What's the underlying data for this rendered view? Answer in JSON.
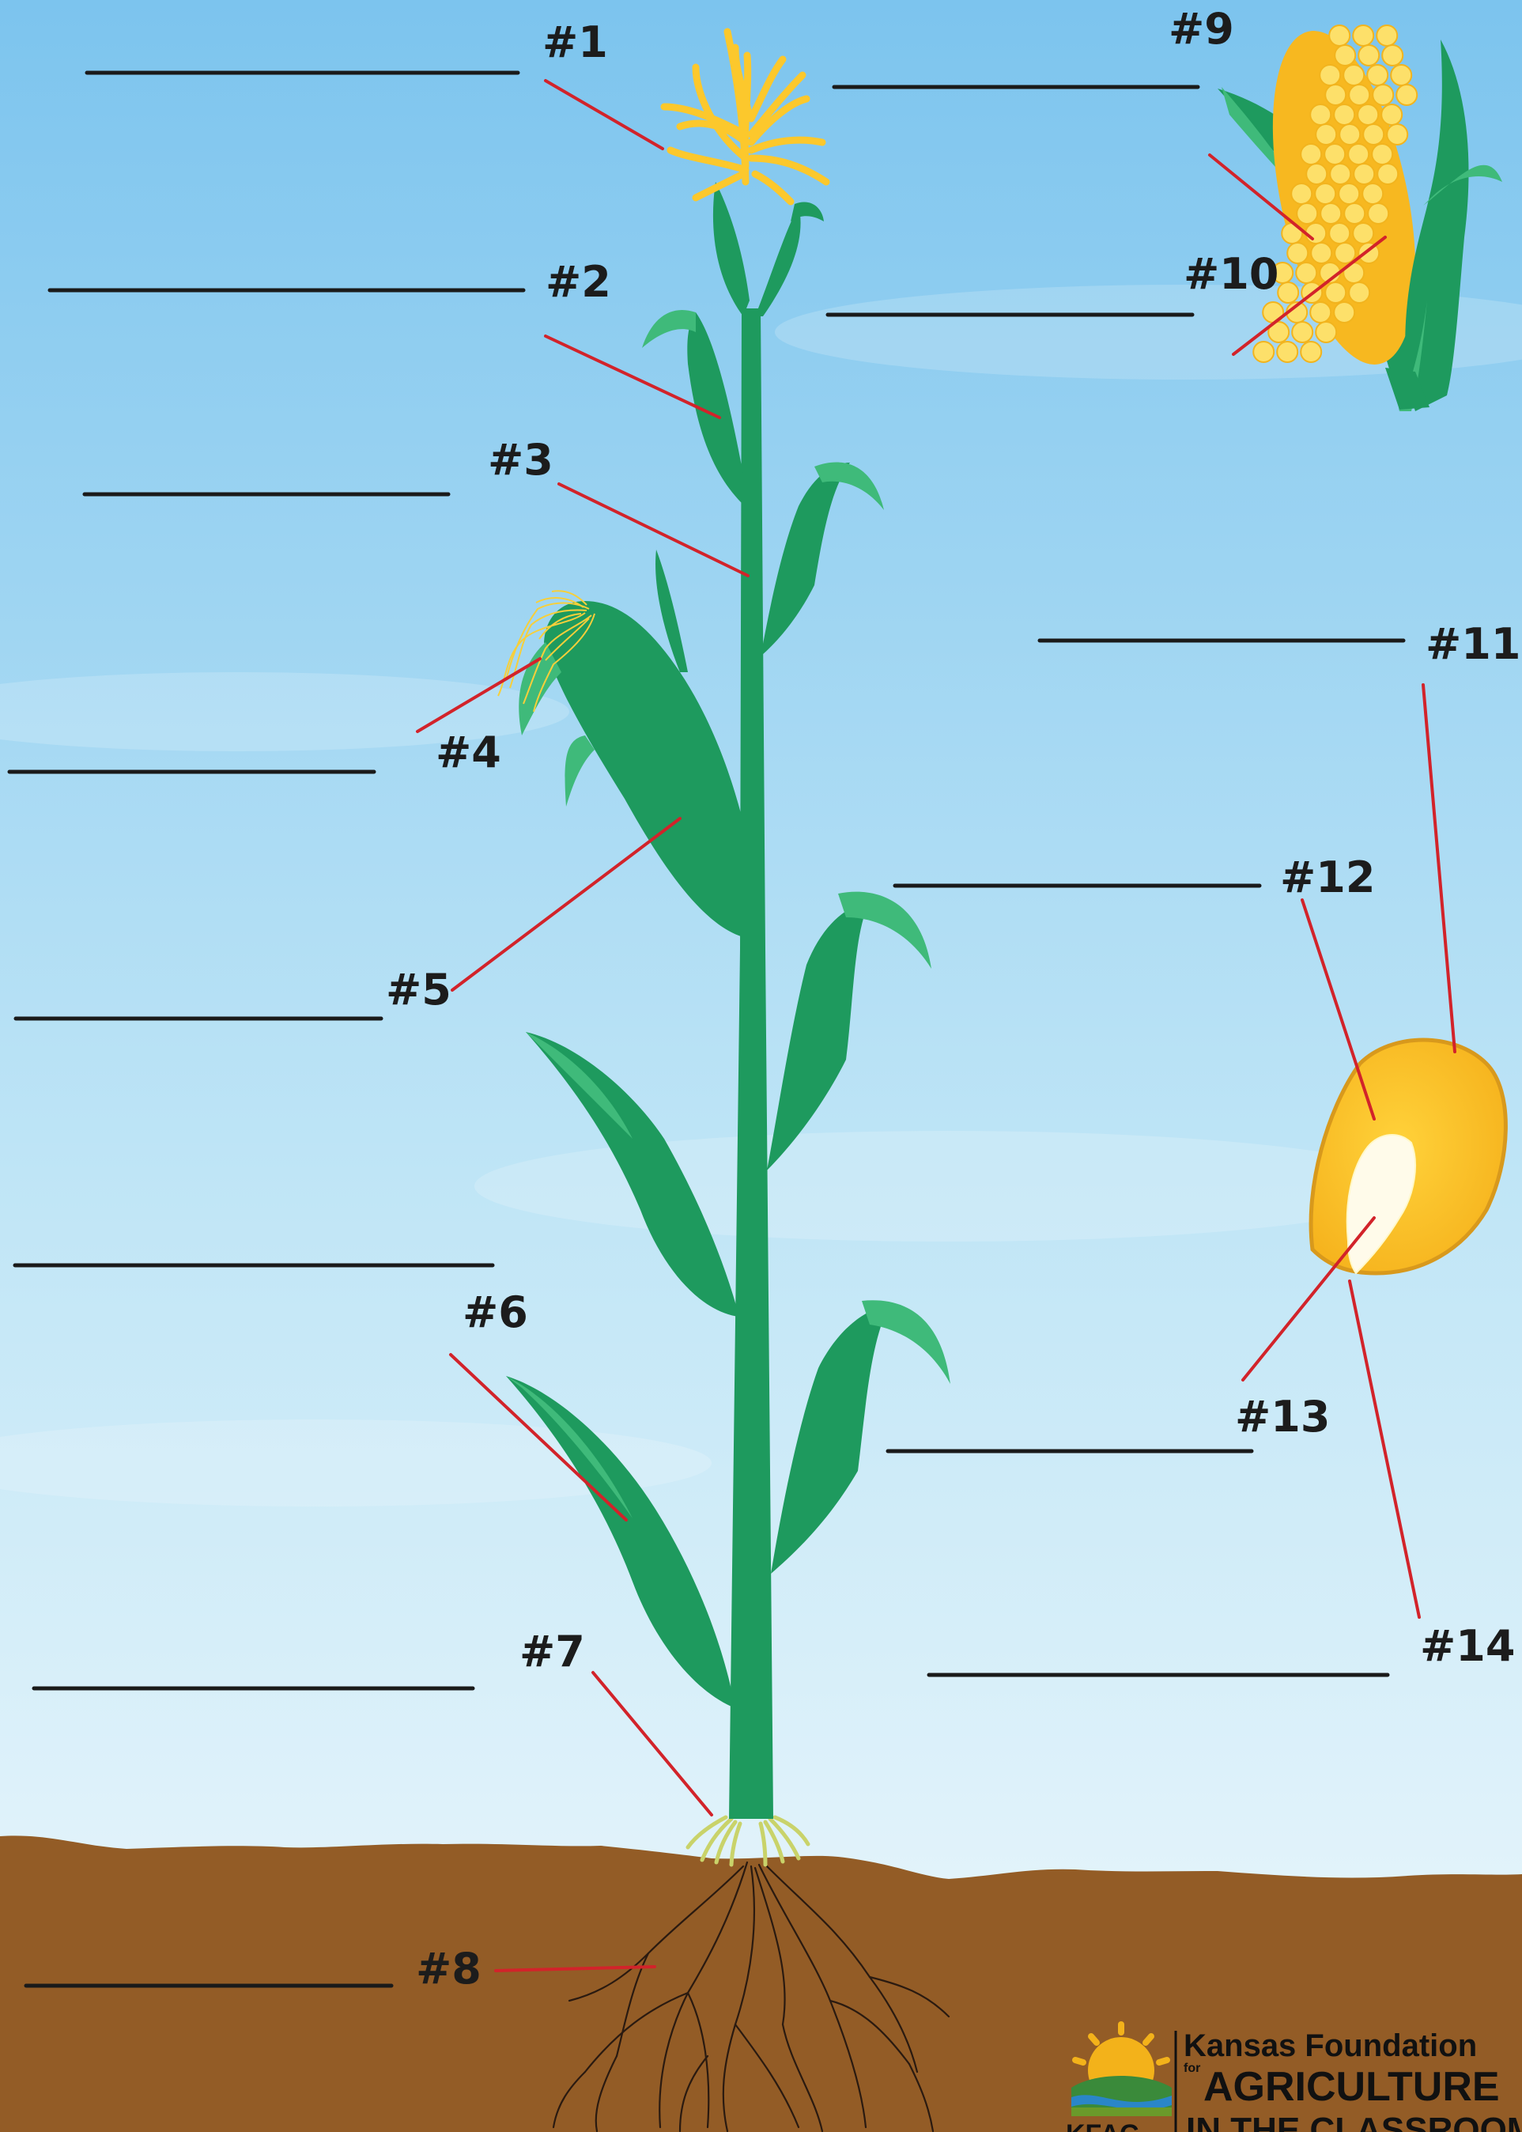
{
  "colors": {
    "sky_top": "#7cc4ee",
    "sky_bottom": "#eef8fc",
    "soil": "#935c26",
    "stalk": "#1e9a5e",
    "leaf_light": "#3fba7a",
    "tassel": "#fcc82c",
    "kernel": "#fcc52d",
    "pointer": "#d2232a",
    "blank_line": "#1a1a1a",
    "root": "#2a1a10",
    "brace_root": "#c9d36a"
  },
  "labels": [
    {
      "id": "1",
      "text": "#1"
    },
    {
      "id": "2",
      "text": "#2"
    },
    {
      "id": "3",
      "text": "#3"
    },
    {
      "id": "4",
      "text": "#4"
    },
    {
      "id": "5",
      "text": "#5"
    },
    {
      "id": "6",
      "text": "#6"
    },
    {
      "id": "7",
      "text": "#7"
    },
    {
      "id": "8",
      "text": "#8"
    },
    {
      "id": "9",
      "text": "#9"
    },
    {
      "id": "10",
      "text": "#10"
    },
    {
      "id": "11",
      "text": "#11"
    },
    {
      "id": "12",
      "text": "#12"
    },
    {
      "id": "13",
      "text": "#13"
    },
    {
      "id": "14",
      "text": "#14"
    }
  ],
  "logo": {
    "line1": "Kansas Foundation",
    "for": "for",
    "line2": "AGRICULTURE",
    "line3": "IN THE CLASSROOM",
    "acronym": "KFAC"
  }
}
